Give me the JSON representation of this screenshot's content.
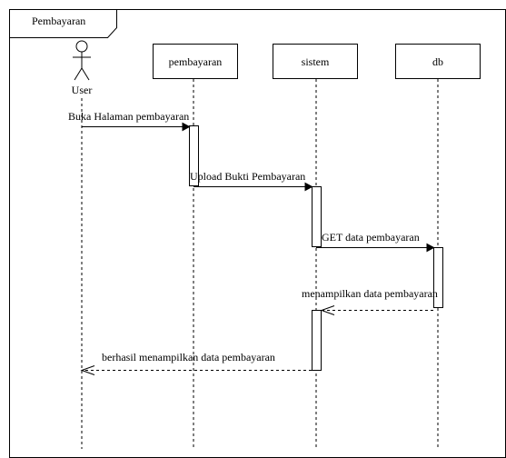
{
  "frame": {
    "title": "Pembayaran"
  },
  "participants": {
    "user": "User",
    "pembayaran": "pembayaran",
    "sistem": "sistem",
    "db": "db"
  },
  "messages": [
    {
      "label": "Buka Halaman pembayaran",
      "from": "User",
      "to": "pembayaran",
      "style": "solid"
    },
    {
      "label": "Upload Bukti Pembayaran",
      "from": "pembayaran",
      "to": "sistem",
      "style": "solid"
    },
    {
      "label": "GET data pembayaran",
      "from": "sistem",
      "to": "db",
      "style": "solid"
    },
    {
      "label": "menampilkan data pembayaran",
      "from": "db",
      "to": "sistem",
      "style": "dashed"
    },
    {
      "label": "berhasil menampilkan data pembayaran",
      "from": "sistem",
      "to": "User",
      "style": "dashed"
    }
  ]
}
